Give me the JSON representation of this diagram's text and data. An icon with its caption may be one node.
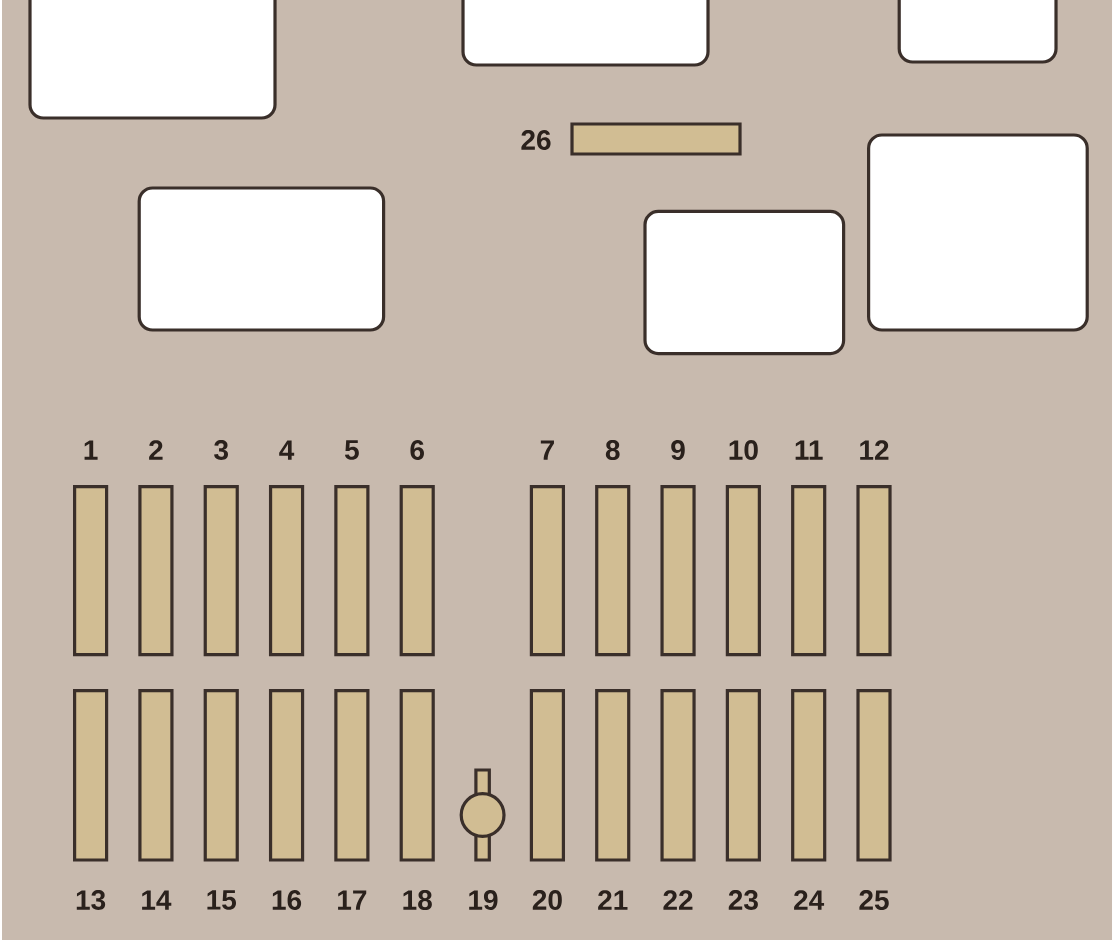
{
  "diagram": {
    "nodes": [
      {
        "text": [],
        "shape": "box"
      },
      {
        "text": [],
        "shape": "box"
      },
      {
        "text": [],
        "shape": "box"
      },
      {
        "text": [],
        "shape": "box",
        "beside": [
          "26"
        ]
      },
      {
        "text": [],
        "shape": "box"
      },
      {
        "text": [],
        "shape": "box"
      },
      {
        "text": [],
        "shape": "box"
      },
      {
        "text": [],
        "shape": "box",
        "beside": [
          "1"
        ]
      },
      {
        "text": [],
        "shape": "box",
        "beside": [
          "2"
        ]
      },
      {
        "text": [],
        "shape": "box",
        "beside": [
          "3"
        ]
      },
      {
        "text": [],
        "shape": "box",
        "beside": [
          "4"
        ]
      },
      {
        "text": [],
        "shape": "box",
        "beside": [
          "5"
        ]
      },
      {
        "text": [],
        "shape": "box",
        "beside": [
          "6"
        ]
      },
      {
        "text": [],
        "shape": "box",
        "beside": [
          "7"
        ]
      },
      {
        "text": [],
        "shape": "box",
        "beside": [
          "8"
        ]
      },
      {
        "text": [],
        "shape": "box",
        "beside": [
          "9"
        ]
      },
      {
        "text": [],
        "shape": "box",
        "beside": [
          "10"
        ]
      },
      {
        "text": [],
        "shape": "box",
        "beside": [
          "11"
        ]
      },
      {
        "text": [],
        "shape": "box",
        "beside": [
          "12"
        ]
      },
      {
        "text": [],
        "shape": "box",
        "beside": [
          "13"
        ]
      },
      {
        "text": [],
        "shape": "box",
        "beside": [
          "14"
        ]
      },
      {
        "text": [],
        "shape": "box",
        "beside": [
          "15"
        ]
      },
      {
        "text": [],
        "shape": "box",
        "beside": [
          "16"
        ]
      },
      {
        "text": [],
        "shape": "box",
        "beside": [
          "17"
        ]
      },
      {
        "text": [],
        "shape": "box",
        "beside": [
          "18"
        ]
      },
      {
        "text": [],
        "shape": "circle",
        "beside": [
          "19"
        ]
      },
      {
        "text": [],
        "shape": "box",
        "beside": [
          "20"
        ]
      },
      {
        "text": [],
        "shape": "box",
        "beside": [
          "21"
        ]
      },
      {
        "text": [],
        "shape": "box",
        "beside": [
          "22"
        ]
      },
      {
        "text": [],
        "shape": "box",
        "beside": [
          "23"
        ]
      },
      {
        "text": [],
        "shape": "box",
        "beside": [
          "24"
        ]
      },
      {
        "text": [],
        "shape": "box",
        "beside": [
          "25"
        ]
      }
    ]
  }
}
